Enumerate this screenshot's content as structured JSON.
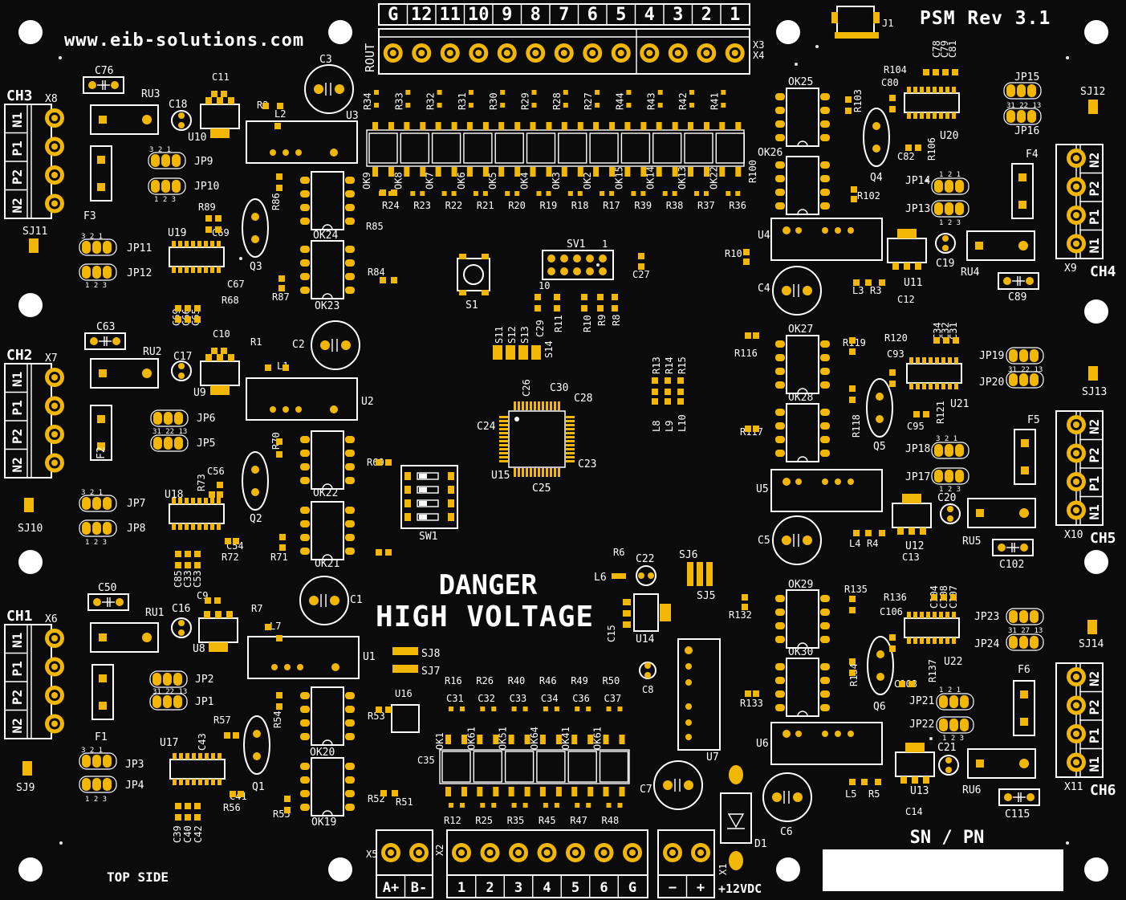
{
  "board": {
    "website": "www.eib-solutions.com",
    "revision": "PSM Rev 3.1",
    "side": "TOP SIDE",
    "warning_line1": "DANGER",
    "warning_line2": "HIGH VOLTAGE",
    "serial_label": "SN / PN",
    "power_label": "+12VDC"
  },
  "colors": {
    "board": "#0b0b0b",
    "copper": "#f2b705",
    "silk": "#ffffff"
  },
  "top_header": {
    "pins": [
      "G",
      "12",
      "11",
      "10",
      "9",
      "8",
      "7",
      "6",
      "5",
      "4",
      "3",
      "2",
      "1"
    ],
    "side_label": "ROUT",
    "refs": [
      "X3",
      "X4"
    ]
  },
  "channels": {
    "ch1": {
      "name": "CH1",
      "connector": "X6",
      "pins": [
        "N1",
        "P1",
        "P2",
        "N2"
      ],
      "fuse": "F1"
    },
    "ch2": {
      "name": "CH2",
      "connector": "X7",
      "pins": [
        "N1",
        "P1",
        "P2",
        "N2"
      ],
      "fuse": "F2"
    },
    "ch3": {
      "name": "CH3",
      "connector": "X8",
      "pins": [
        "N1",
        "P1",
        "P2",
        "N2"
      ],
      "fuse": "F3"
    },
    "ch4": {
      "name": "CH4",
      "connector": "X9",
      "pins": [
        "N2",
        "P2",
        "P1",
        "N1"
      ],
      "fuse": "F4"
    },
    "ch5": {
      "name": "CH5",
      "connector": "X10",
      "pins": [
        "N2",
        "P2",
        "P1",
        "N1"
      ],
      "fuse": "F5"
    },
    "ch6": {
      "name": "CH6",
      "connector": "X11",
      "pins": [
        "N2",
        "P2",
        "P1",
        "N1"
      ],
      "fuse": "F6"
    }
  },
  "bottom": {
    "x5_pins": [
      "A+",
      "B-"
    ],
    "x5_ref": "X5",
    "x2_pins": [
      "1",
      "2",
      "3",
      "4",
      "5",
      "6",
      "G"
    ],
    "x2_ref": "X2",
    "x1_pins": [
      "−",
      "+"
    ],
    "x1_ref": "X1"
  },
  "refs": {
    "u": [
      "U1",
      "U2",
      "U3",
      "U4",
      "U5",
      "U6",
      "U7",
      "U8",
      "U9",
      "U10",
      "U11",
      "U12",
      "U13",
      "U14",
      "U15",
      "U16",
      "U17",
      "U18",
      "U19",
      "U20",
      "U21",
      "U22"
    ],
    "ok_top": [
      "OK9",
      "OK8",
      "OK7",
      "OK6",
      "OK5",
      "OK4",
      "OK3",
      "OK2",
      "OK15",
      "OK14",
      "OK13",
      "OK22"
    ],
    "r_top": [
      "R34",
      "R33",
      "R32",
      "R31",
      "R30",
      "R29",
      "R28",
      "R27",
      "R44",
      "R43",
      "R42",
      "R41"
    ],
    "r_row": [
      "R24",
      "R23",
      "R22",
      "R21",
      "R20",
      "R19",
      "R18",
      "R17",
      "R39",
      "R38",
      "R37",
      "R36"
    ],
    "ok_bot": [
      "OK1",
      "OK61",
      "OK51",
      "OK64",
      "OK41",
      "OK61"
    ],
    "r_bot_top": [
      "R16",
      "R26",
      "R40",
      "R46",
      "R49",
      "R50"
    ],
    "c_bot_top": [
      "C31",
      "C32",
      "C33",
      "C34",
      "C36",
      "C37"
    ],
    "r_bot_bottom": [
      "R12",
      "R25",
      "R35",
      "R45",
      "R47",
      "R48"
    ],
    "sw": [
      "S11",
      "S12",
      "S13",
      "S14"
    ],
    "misc": {
      "J1": "J1",
      "SV1": "SV1",
      "S1": "S1",
      "SW1": "SW1",
      "D1": "D1",
      "R10": "R10",
      "R9": "R9",
      "R8": "R8",
      "R11": "R11",
      "C29": "C29",
      "C27": "C27",
      "R13": "R13",
      "R14": "R14",
      "R15": "R15",
      "L8": "L8",
      "L9": "L9",
      "L10": "L10",
      "C24": "C24",
      "C26": "C26",
      "C30": "C30",
      "C28": "C28",
      "C23": "C23",
      "C25": "C25",
      "SJ6": "SJ6",
      "SJ5": "SJ5",
      "SJ8": "SJ8",
      "SJ7": "SJ7",
      "R6": "R6",
      "L6": "L6",
      "C22": "C22",
      "C15": "C15",
      "C8": "C8",
      "C35": "C35",
      "C7": "C7",
      "C6": "C6",
      "SJ9": "SJ9",
      "SJ10": "SJ10",
      "SJ11": "SJ11",
      "SJ12": "SJ12",
      "SJ13": "SJ13",
      "SJ14": "SJ14",
      "JP1": "JP1",
      "JP2": "JP2",
      "JP3": "JP3",
      "JP4": "JP4",
      "JP5": "JP5",
      "JP6": "JP6",
      "JP7": "JP7",
      "JP8": "JP8",
      "JP9": "JP9",
      "JP10": "JP10",
      "JP11": "JP11",
      "JP12": "JP12",
      "JP13": "JP13",
      "JP14": "JP14",
      "JP15": "JP15",
      "JP16": "JP16",
      "JP17": "JP17",
      "JP18": "JP18",
      "JP19": "JP19",
      "JP20": "JP20",
      "JP21": "JP21",
      "JP22": "JP22",
      "JP23": "JP23",
      "JP24": "JP24",
      "C76": "C76",
      "C63": "C63",
      "C50": "C50",
      "C89": "C89",
      "C102": "C102",
      "C115": "C115",
      "RU1": "RU1",
      "RU2": "RU2",
      "RU3": "RU3",
      "RU4": "RU4",
      "RU5": "RU5",
      "RU6": "RU6",
      "C1": "C1",
      "C2": "C2",
      "C3": "C3",
      "C4": "C4",
      "C5": "C5",
      "C9": "C9",
      "C10": "C10",
      "C11": "C11",
      "C16": "C16",
      "C17": "C17",
      "C18": "C18",
      "R1": "R1",
      "R2": "R2",
      "R7": "R7",
      "L1": "L1",
      "L2": "L2",
      "L7": "L7",
      "Q1": "Q1",
      "Q2": "Q2",
      "Q3": "Q3",
      "Q4": "Q4",
      "Q5": "Q5",
      "Q6": "Q6",
      "OK19": "OK19",
      "OK20": "OK20",
      "OK21": "OK21",
      "OK22": "OK22",
      "OK23": "OK23",
      "OK24": "OK24",
      "OK25": "OK25",
      "OK26": "OK26",
      "OK27": "OK27",
      "OK28": "OK28",
      "OK29": "OK29",
      "OK30": "OK30",
      "R51": "R51",
      "R52": "R52",
      "R53": "R53",
      "R54": "R54",
      "R55": "R55",
      "R56": "R56",
      "R57": "R57",
      "R69": "R69",
      "R70": "R70",
      "R71": "R71",
      "R72": "R72",
      "R73": "R73",
      "R84": "R84",
      "R85": "R85",
      "R86": "R86",
      "R87": "R87",
      "R68": "R68",
      "R89": "R89",
      "C39": "C39",
      "C40": "C40",
      "C41": "C41",
      "C42": "C42",
      "C43": "C43",
      "C54": "C54",
      "C56": "C56",
      "C67": "C67",
      "C69": "C69",
      "C66": "C66",
      "C65": "C65",
      "R102": "R102",
      "R103": "R103",
      "R104": "R104",
      "R106": "R106",
      "R100": "R100",
      "C78": "C78",
      "C79": "C79",
      "C80": "C80",
      "C81": "C81",
      "C82": "C82",
      "R116": "R116",
      "R117": "R117",
      "R118": "R118",
      "R119": "R119",
      "R120": "R120",
      "R121": "R121",
      "C93": "C93",
      "C95": "C95",
      "C31b": "C31",
      "C32b": "C32",
      "C34b": "C34",
      "R132": "R132",
      "R133": "R133",
      "R134": "R134",
      "R135": "R135",
      "R136": "R136",
      "R137": "R137",
      "C104": "C104",
      "C106": "C106",
      "C107": "C107",
      "C108": "C108",
      "L3": "L3",
      "L4": "L4",
      "L5": "L5",
      "R3": "R3",
      "R4": "R4",
      "R5": "R5",
      "C12": "C12",
      "C13": "C13",
      "C14": "C14",
      "C19": "C19",
      "C20": "C20",
      "C21": "C21"
    }
  }
}
